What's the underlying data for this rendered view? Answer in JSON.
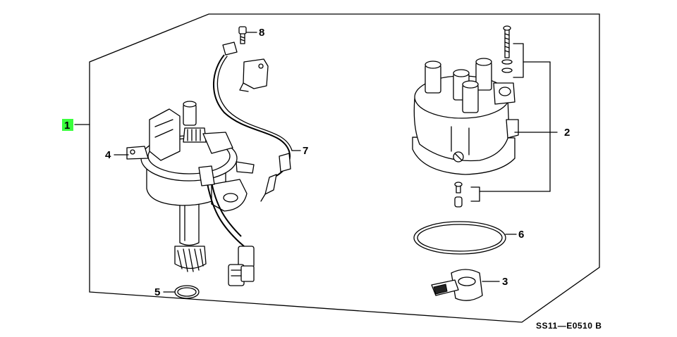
{
  "diagram": {
    "callouts": [
      {
        "id": "1",
        "label": "1",
        "highlighted": true
      },
      {
        "id": "2",
        "label": "2"
      },
      {
        "id": "3",
        "label": "3"
      },
      {
        "id": "4",
        "label": "4"
      },
      {
        "id": "5",
        "label": "5"
      },
      {
        "id": "6",
        "label": "6"
      },
      {
        "id": "7",
        "label": "7"
      },
      {
        "id": "8",
        "label": "8"
      }
    ],
    "diagram_code": "SS11—E0510 B",
    "highlight_color": "#39ff3c",
    "line_color": "#000000"
  }
}
